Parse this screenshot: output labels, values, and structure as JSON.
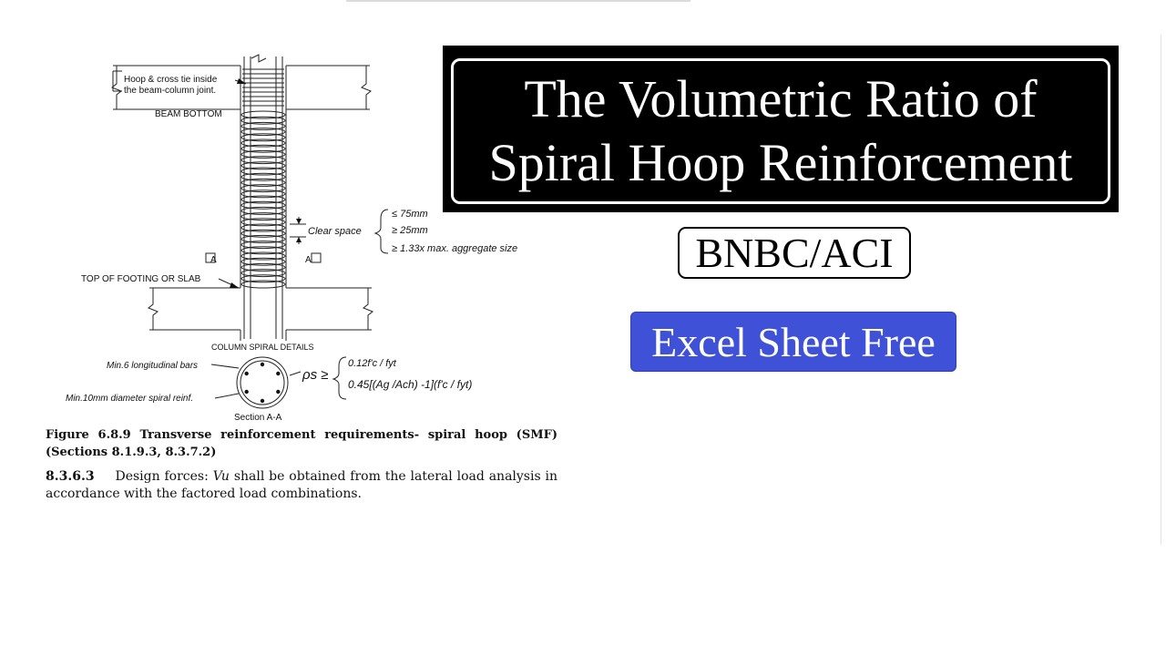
{
  "title": {
    "line1": "The Volumetric Ratio of",
    "line2": "Spiral Hoop Reinforcement"
  },
  "badge": "BNBC/ACI",
  "cta": "Excel Sheet Free",
  "diagram": {
    "hoop_note_1": "Hoop & cross tie inside",
    "hoop_note_2": "the beam-column joint.",
    "beam_bottom": "BEAM BOTTOM",
    "clear_space": "Clear space",
    "limit_1": "≤ 75mm",
    "limit_2": "≥ 25mm",
    "limit_3": "≥ 1.33x max. aggregate size",
    "section_mark": "A",
    "footing": "TOP OF FOOTING OR SLAB",
    "detail_title": "COLUMN SPIRAL DETAILS",
    "long_bars": "Min.6 longitudinal bars",
    "spiral_reinf": "Min.10mm diameter spiral reinf.",
    "section_label": "Section A-A",
    "rho": "ρs ≥",
    "formula_1": "0.12f'c / fyt",
    "formula_2": "0.45[(Ag /Ach) -1](f'c / fyt)"
  },
  "caption": "Figure 6.8.9 Transverse reinforcement requirements- spiral hoop (SMF) (Sections 8.1.9.3, 8.3.7.2)",
  "clause": {
    "number": "8.3.6.3",
    "prefix": "Design forces:",
    "symbol": "Vu",
    "text": "shall be obtained from the lateral load analysis in accordance with the factored load combinations."
  }
}
